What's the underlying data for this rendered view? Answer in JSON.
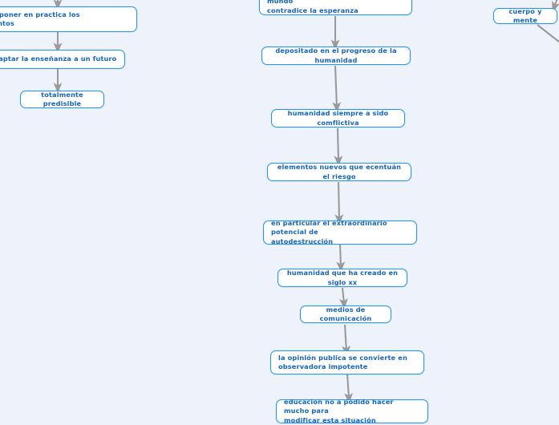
{
  "document": {
    "kind": "concept-map",
    "title": "Mapa conceptual sobre educacion, violencia y humanidad",
    "background_color": "#eef2fb",
    "node_border_color": "#2196f3",
    "node_text_color": "#1565c0",
    "node_fill_color": "#ffffff",
    "edge_color": "#9a9a9a"
  },
  "nodes": [
    {
      "id": "n-ensenar-practica",
      "label": "eñar y poner en practica los\nocimientos",
      "column": "left",
      "clipped": "left"
    },
    {
      "id": "n-adaptar-ensenanza",
      "label": "para adaptar la enseñanza a un futuro",
      "column": "left",
      "clipped": "left"
    },
    {
      "id": "n-totalmente-predisible",
      "label": "totalmente predisible",
      "column": "left",
      "clipped": "none"
    },
    {
      "id": "n-violencia-esperanza",
      "label": "la violencia que impera en el mundo\ncontradice la esperanza",
      "column": "center",
      "clipped": "top"
    },
    {
      "id": "n-depositado-progreso",
      "label": "depositado en el progreso de la humanidad",
      "column": "center",
      "clipped": "none"
    },
    {
      "id": "n-humanidad-conflictiva",
      "label": "humanidad siempre a sido comflictiva",
      "column": "center",
      "clipped": "none"
    },
    {
      "id": "n-elementos-riesgo",
      "label": "elementos nuevos que ecentuán el riesgo",
      "column": "center",
      "clipped": "none"
    },
    {
      "id": "n-autodestruccion",
      "label": "en particular el extraordinario potencial de\nautodestrucción",
      "column": "center",
      "clipped": "none"
    },
    {
      "id": "n-siglo-xx",
      "label": "humanidad que ha creado en siglo xx",
      "column": "center",
      "clipped": "none"
    },
    {
      "id": "n-medios-comunicacion",
      "label": "medios de comunicación",
      "column": "center",
      "clipped": "none"
    },
    {
      "id": "n-opinion-publica",
      "label": "la opinión publica se convierte en\nobservadora impotente",
      "column": "center",
      "clipped": "none"
    },
    {
      "id": "n-educacion-modificar",
      "label": "educacion no a podido hacer mucho para\nmodificar esta situación",
      "column": "center",
      "clipped": "bottom"
    },
    {
      "id": "n-cuerpo-mente",
      "label": "cuerpo y mente",
      "column": "right",
      "clipped": "none"
    }
  ]
}
